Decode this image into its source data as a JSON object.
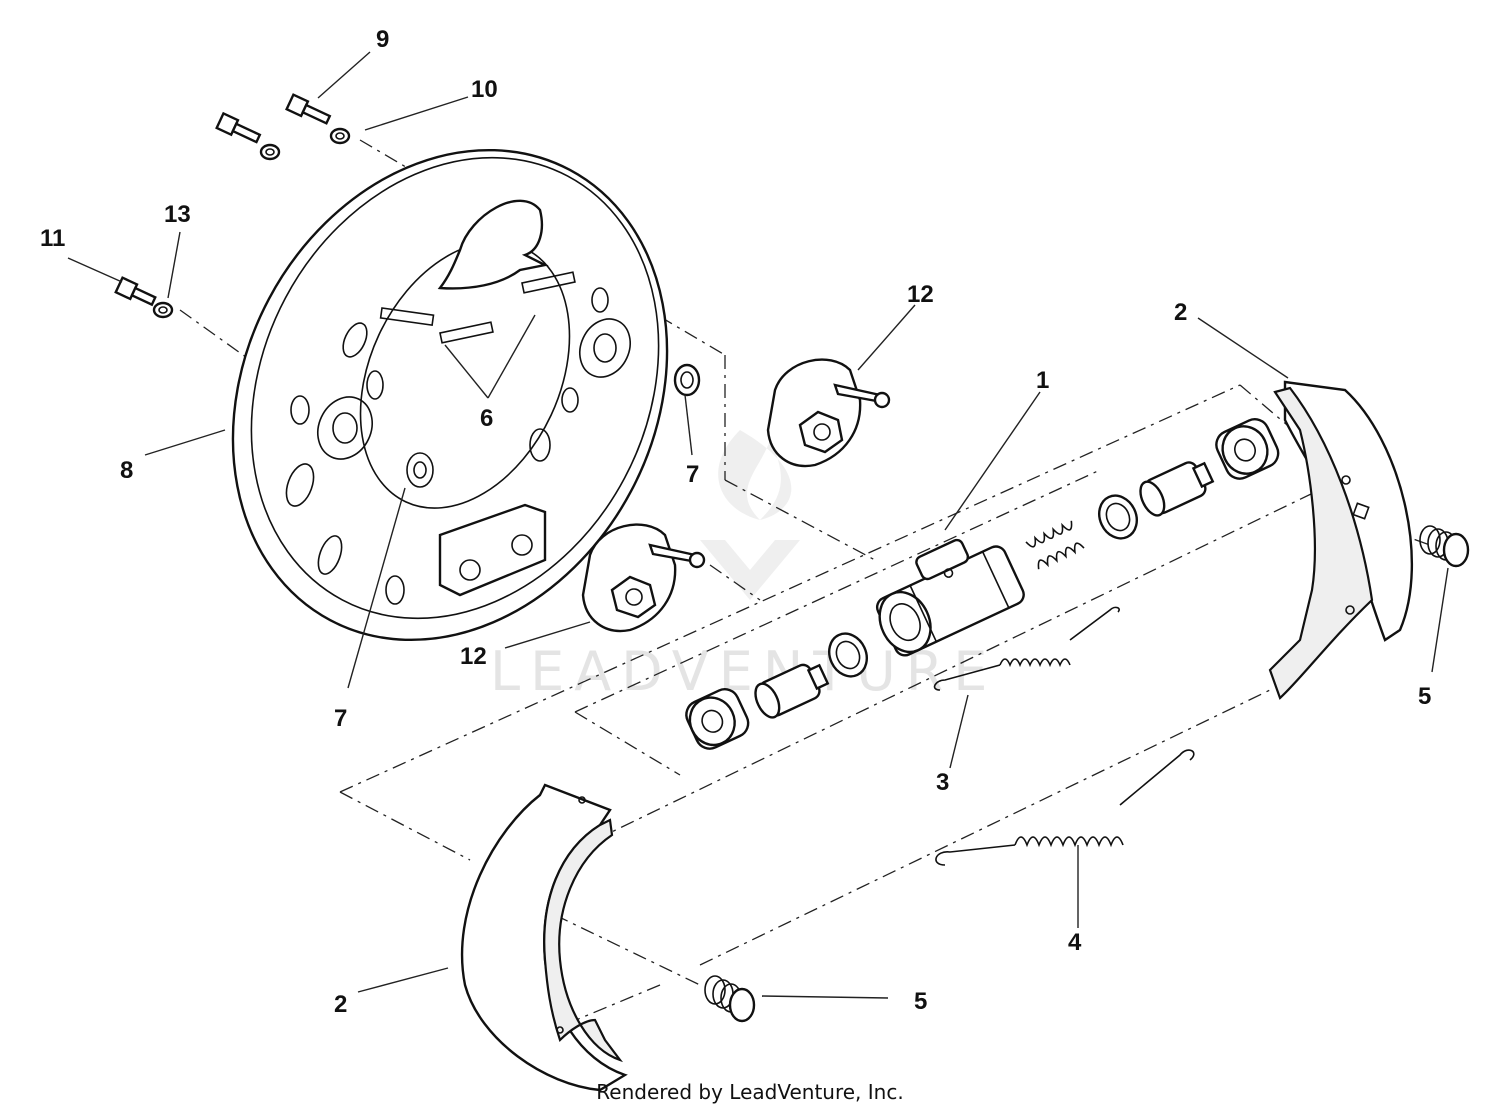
{
  "callouts": {
    "c1": "1",
    "c2a": "2",
    "c2b": "2",
    "c3": "3",
    "c4": "4",
    "c5a": "5",
    "c5b": "5",
    "c6": "6",
    "c7a": "7",
    "c7b": "7",
    "c8": "8",
    "c9": "9",
    "c10": "10",
    "c11": "11",
    "c12a": "12",
    "c12b": "12",
    "c13": "13"
  },
  "watermark": "LEADVENTURE",
  "footer": "Rendered by LeadVenture, Inc."
}
